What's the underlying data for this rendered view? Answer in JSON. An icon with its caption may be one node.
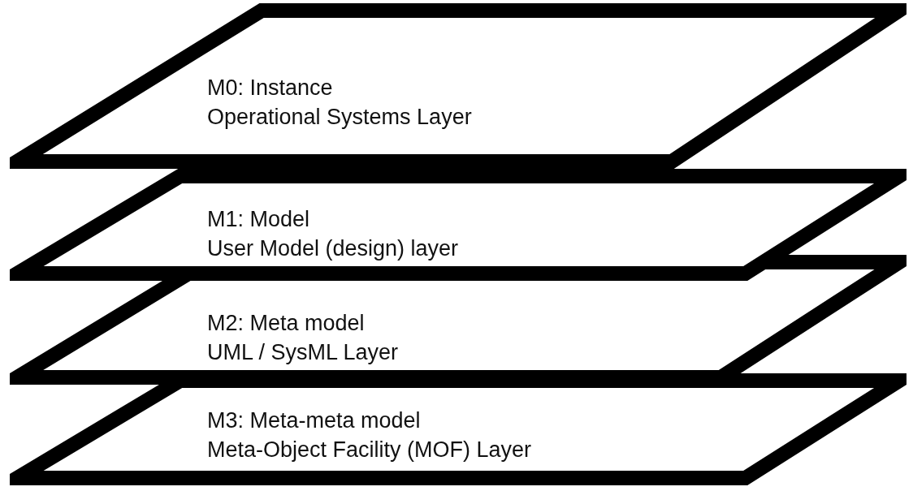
{
  "diagram": {
    "nodes": [
      {
        "text": [
          "M0: Instance",
          "Operational Systems Layer"
        ]
      },
      {
        "text": [
          "M1: Model",
          "User Model (design) layer"
        ]
      },
      {
        "text": [
          "M2: Meta model",
          "UML / SysML Layer"
        ]
      },
      {
        "text": [
          "M3: Meta-meta model",
          "Meta-Object Facility (MOF) Layer"
        ]
      }
    ]
  }
}
